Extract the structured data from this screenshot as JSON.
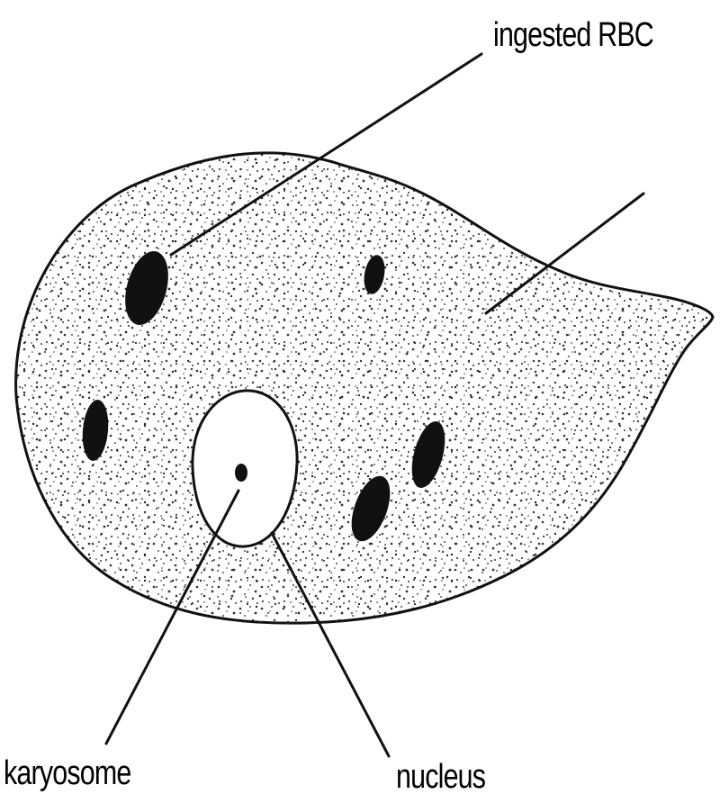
{
  "labels": {
    "ingested_rbc": "ingested RBC",
    "karyosome": "karyosome",
    "nucleus": "nucleus"
  },
  "colors": {
    "ink": "#000000",
    "background": "#ffffff",
    "stipple": "#3a3a3a"
  }
}
